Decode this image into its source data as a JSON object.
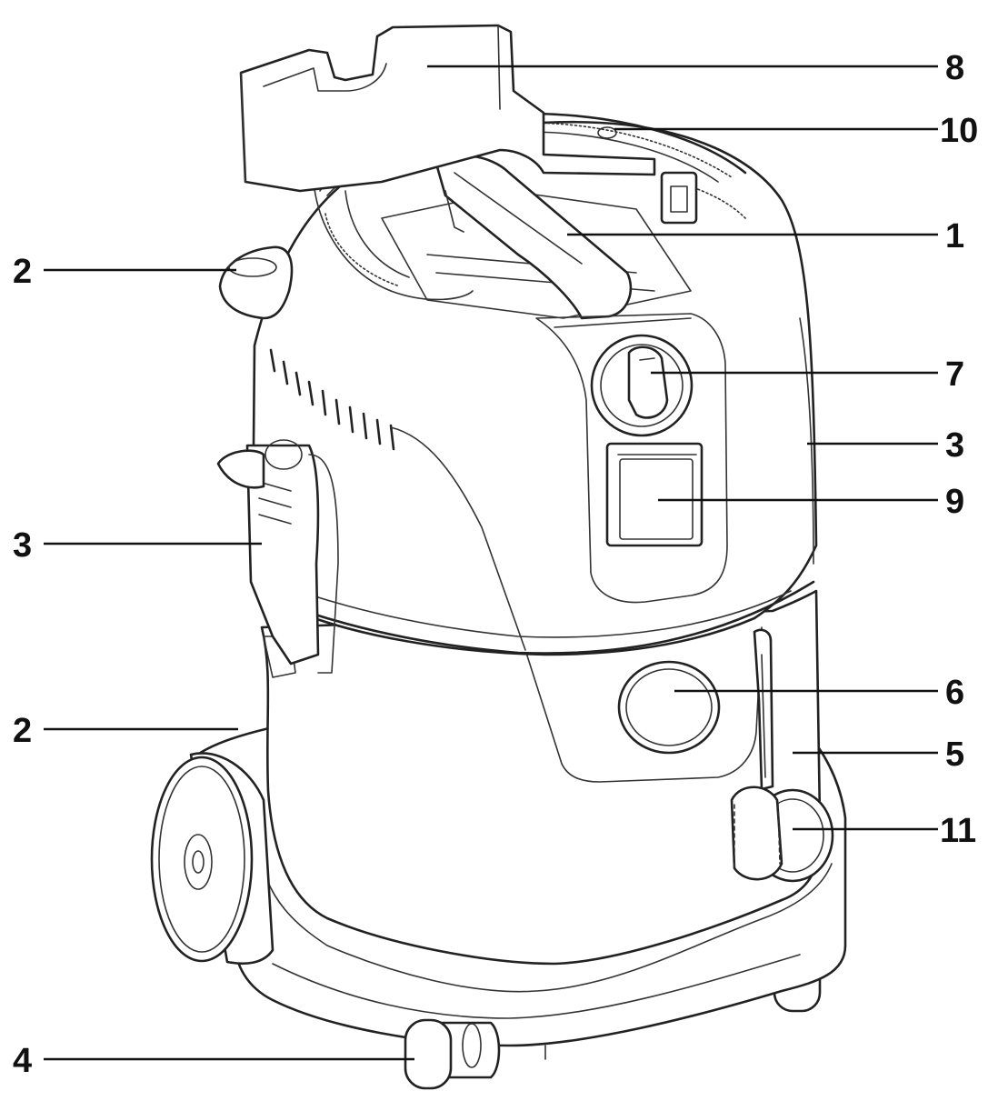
{
  "callouts": [
    {
      "id": "8",
      "label": "8"
    },
    {
      "id": "10",
      "label": "10"
    },
    {
      "id": "1",
      "label": "1"
    },
    {
      "id": "2a",
      "label": "2"
    },
    {
      "id": "7",
      "label": "7"
    },
    {
      "id": "3a",
      "label": "3"
    },
    {
      "id": "9",
      "label": "9"
    },
    {
      "id": "3b",
      "label": "3"
    },
    {
      "id": "6",
      "label": "6"
    },
    {
      "id": "2b",
      "label": "2"
    },
    {
      "id": "5",
      "label": "5"
    },
    {
      "id": "11",
      "label": "11"
    },
    {
      "id": "4",
      "label": "4"
    }
  ],
  "colors": {
    "line": "#222222",
    "background": "#ffffff"
  }
}
